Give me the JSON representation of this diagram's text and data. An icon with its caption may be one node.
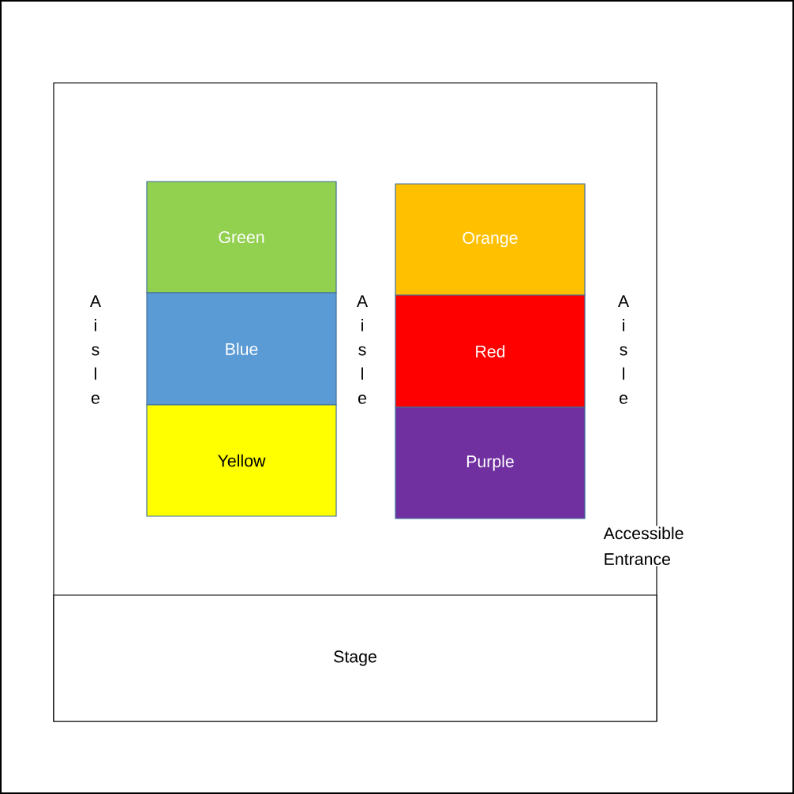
{
  "diagram": {
    "nodes": [
      {
        "text": [],
        "shape": "box"
      },
      {
        "text": [
          "Green"
        ],
        "in": 0
      },
      {
        "text": [
          "Blue"
        ],
        "in": 0
      },
      {
        "text": [
          "Yellow"
        ],
        "in": 0
      },
      {
        "text": [
          "Orange"
        ],
        "in": 0
      },
      {
        "text": [
          "Red"
        ],
        "in": 0
      },
      {
        "text": [
          "Purple"
        ],
        "in": 0
      },
      {
        "text": [
          "Stage"
        ],
        "in": 0
      }
    ],
    "labels": [
      "Aisle",
      "Aisle",
      "Aisle",
      "Accessible Entrance"
    ]
  }
}
